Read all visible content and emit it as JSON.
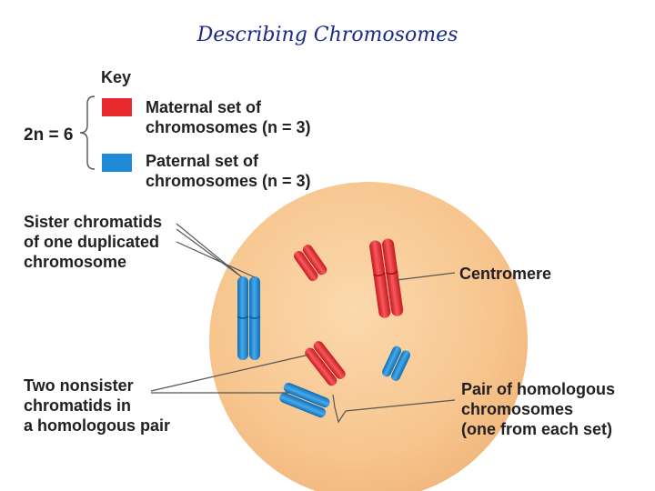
{
  "title": "Describing Chromosomes",
  "key": {
    "heading": "Key",
    "ploidy": "2n = 6",
    "maternal": {
      "line1": "Maternal set of",
      "line2": "chromosomes (n = 3)",
      "color": "#e8292f"
    },
    "paternal": {
      "line1": "Paternal set of",
      "line2": "chromosomes (n = 3)",
      "color": "#1f8ad6"
    }
  },
  "labels": {
    "sister": [
      "Sister chromatids",
      "of one duplicated",
      "chromosome"
    ],
    "centromere": "Centromere",
    "nonsister": [
      "Two nonsister",
      "chromatids in",
      "a homologous pair"
    ],
    "pair": [
      "Pair of homologous",
      "chromosomes",
      "(one from each set)"
    ]
  },
  "colors": {
    "cell": "#f7c58e",
    "maternal": "#e8292f",
    "paternal": "#1f8ad6"
  }
}
